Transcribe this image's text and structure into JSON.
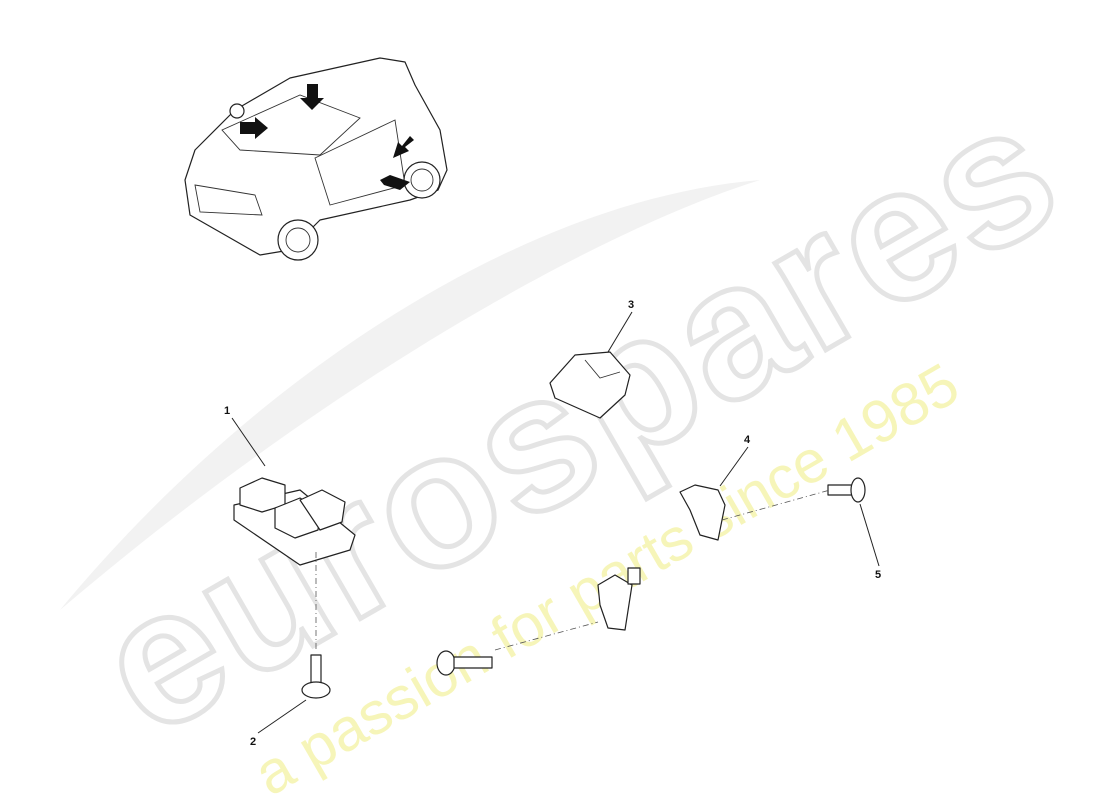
{
  "watermark": {
    "brand": "eurospares",
    "tagline": "a passion for parts since 1985",
    "brand_color": "#e4e4e4",
    "tagline_color": "#f5f3a8"
  },
  "overview": {
    "icon": "car-overview-with-location-arrows",
    "arrow_count": 4
  },
  "callouts": [
    {
      "id": "1",
      "label": "1"
    },
    {
      "id": "2",
      "label": "2"
    },
    {
      "id": "3",
      "label": "3"
    },
    {
      "id": "4",
      "label": "4"
    },
    {
      "id": "5",
      "label": "5"
    }
  ]
}
